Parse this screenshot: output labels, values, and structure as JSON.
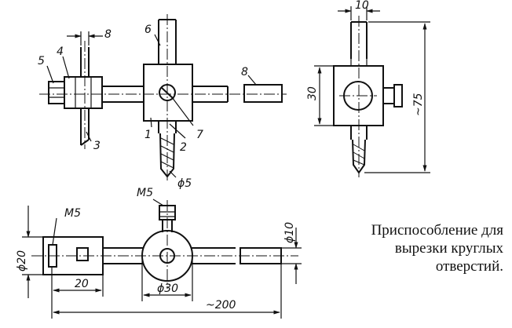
{
  "caption": {
    "line1": "Приспособление для",
    "line2": "вырезки круглых",
    "line3": "отверстий."
  },
  "front_view": {
    "callouts": [
      "1",
      "2",
      "3",
      "4",
      "5",
      "6",
      "7",
      "8"
    ],
    "dim_width": "8",
    "dim_drill": "ϕ5"
  },
  "side_view": {
    "dim_top": "10",
    "dim_height": "30",
    "dim_total": "~75"
  },
  "top_view": {
    "thread_left": "M5",
    "thread_top": "M5",
    "dim_height_left": "ϕ20",
    "dim_width_left": "20",
    "dim_body": "ϕ30",
    "dim_total": "~200",
    "dim_rod": "ϕ10"
  }
}
